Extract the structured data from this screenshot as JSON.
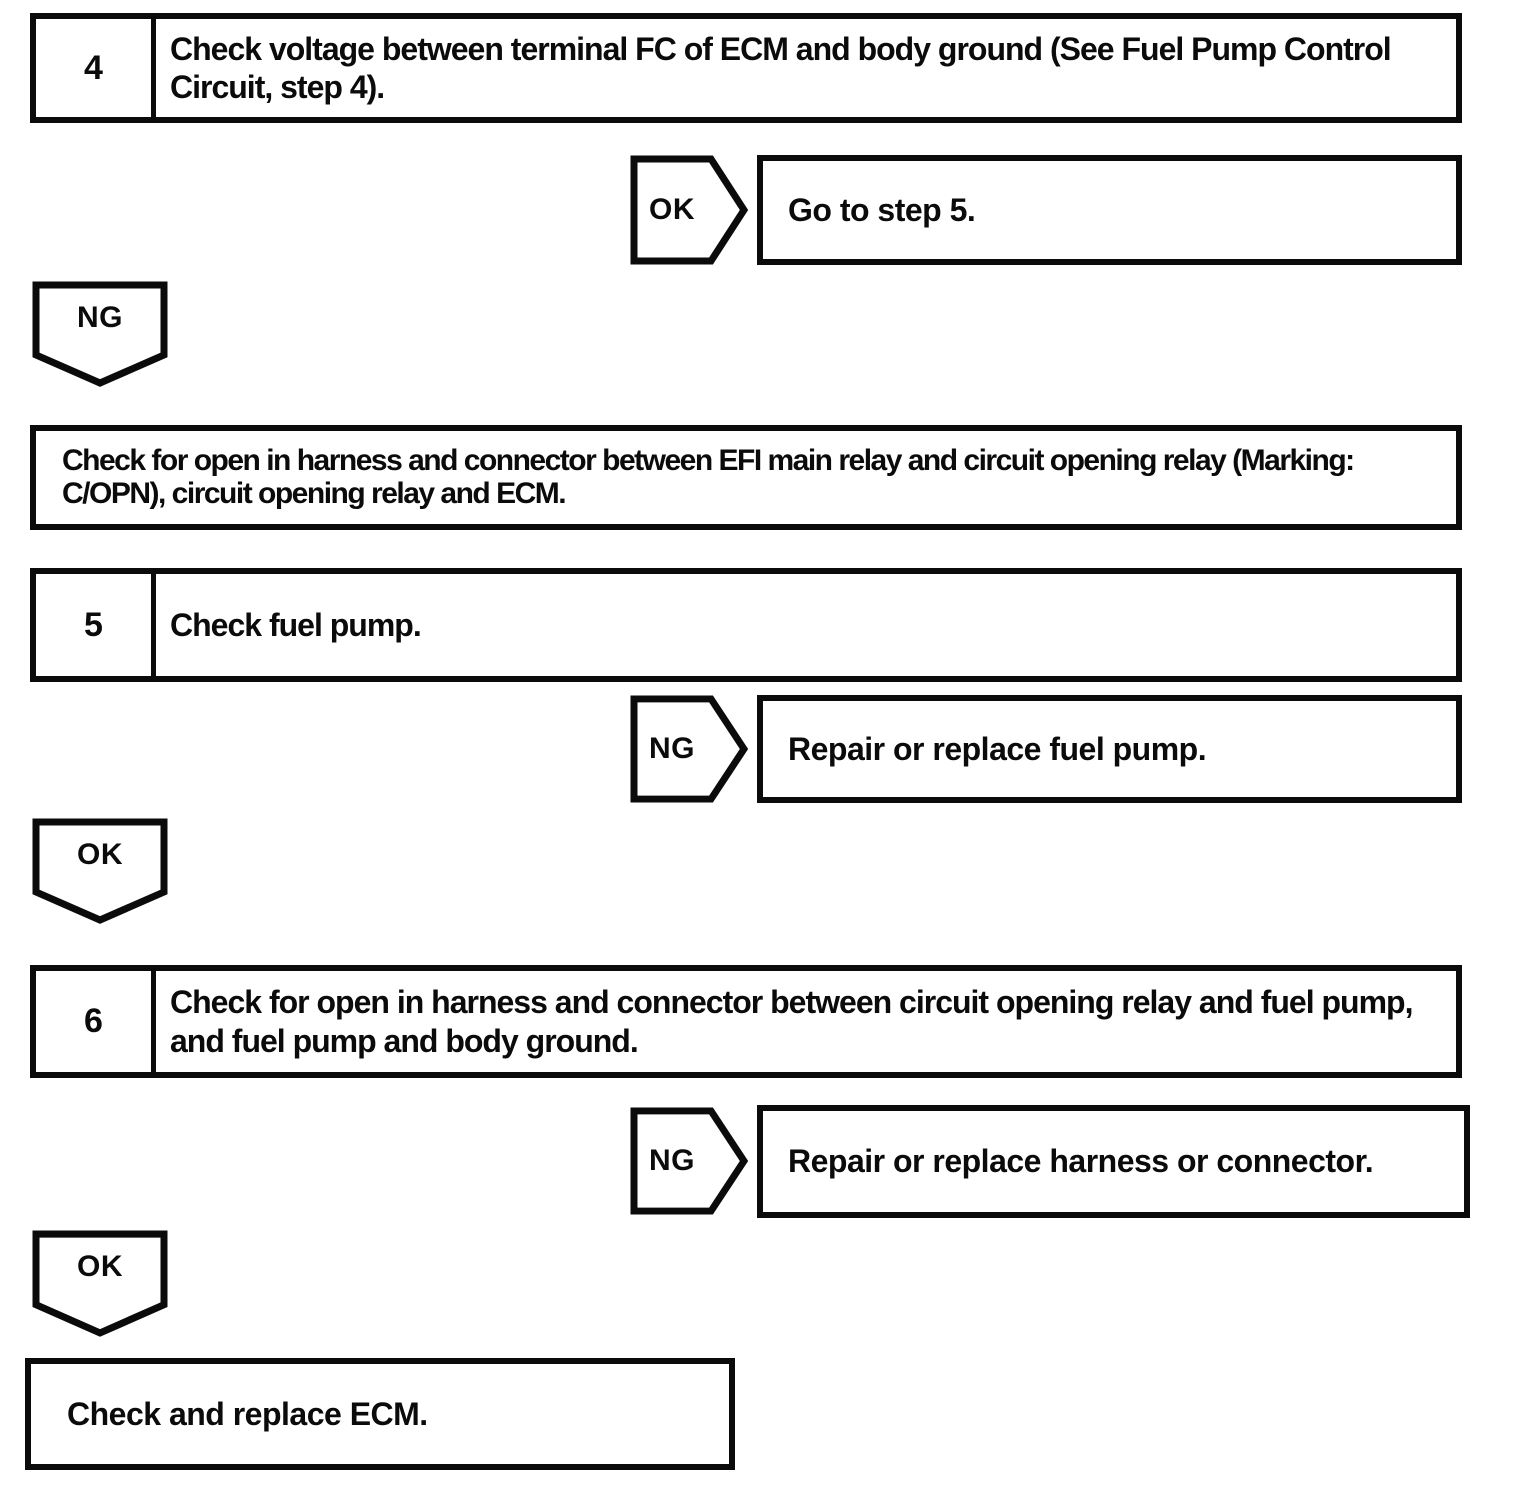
{
  "palette": {
    "ink": "#0b0b0b",
    "paper": "#ffffff"
  },
  "flow": {
    "step4": {
      "number": "4",
      "instruction": "Check voltage between terminal FC of ECM and body ground (See Fuel Pump Control Circuit, step 4).",
      "ok_label": "OK",
      "ok_action": "Go to step 5.",
      "ng_label": "NG",
      "ng_action": "Check for open in harness and connector between EFI main relay and circuit opening relay (Marking: C/OPN), circuit opening relay and ECM."
    },
    "step5": {
      "number": "5",
      "instruction": "Check fuel pump.",
      "ng_label": "NG",
      "ng_action": "Repair or replace fuel pump.",
      "ok_label": "OK"
    },
    "step6": {
      "number": "6",
      "instruction": "Check for open in harness and connector between circuit opening relay and fuel pump, and fuel pump and body ground.",
      "ng_label": "NG",
      "ng_action": "Repair or replace harness or connector.",
      "ok_label": "OK",
      "ok_action": "Check and replace ECM."
    }
  }
}
